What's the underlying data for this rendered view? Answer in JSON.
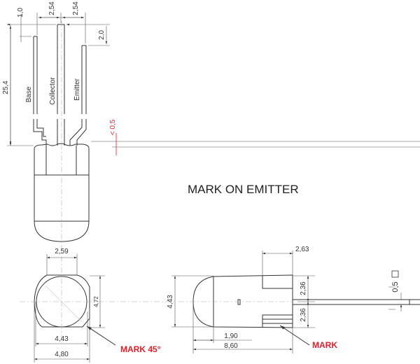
{
  "title": "MARK ON EMITTER",
  "leads": {
    "base": "Base",
    "collector": "Collector",
    "emitter": "Emitter"
  },
  "dimensions": {
    "lead_length": "25,4",
    "base_offset": "1,0",
    "pitch_1": "2,54",
    "pitch_2": "2,54",
    "emitter_offset": "2,0",
    "standoff": "< 0,5",
    "flat_width": "2,59",
    "flat_height": "4,72",
    "body_dia_inner": "4,43",
    "body_dia_outer": "4,80",
    "side_height": "4,43",
    "slot_length": "2,63",
    "half_height_upper": "2,36",
    "half_height_lower": "2,36",
    "dome_length": "1,90",
    "body_length": "8,60",
    "lead_square": "0,5"
  },
  "marks": {
    "end_view": "MARK 45°",
    "side_view": "MARK"
  },
  "colors": {
    "line": "#333333",
    "annotation": "#e0202a"
  }
}
